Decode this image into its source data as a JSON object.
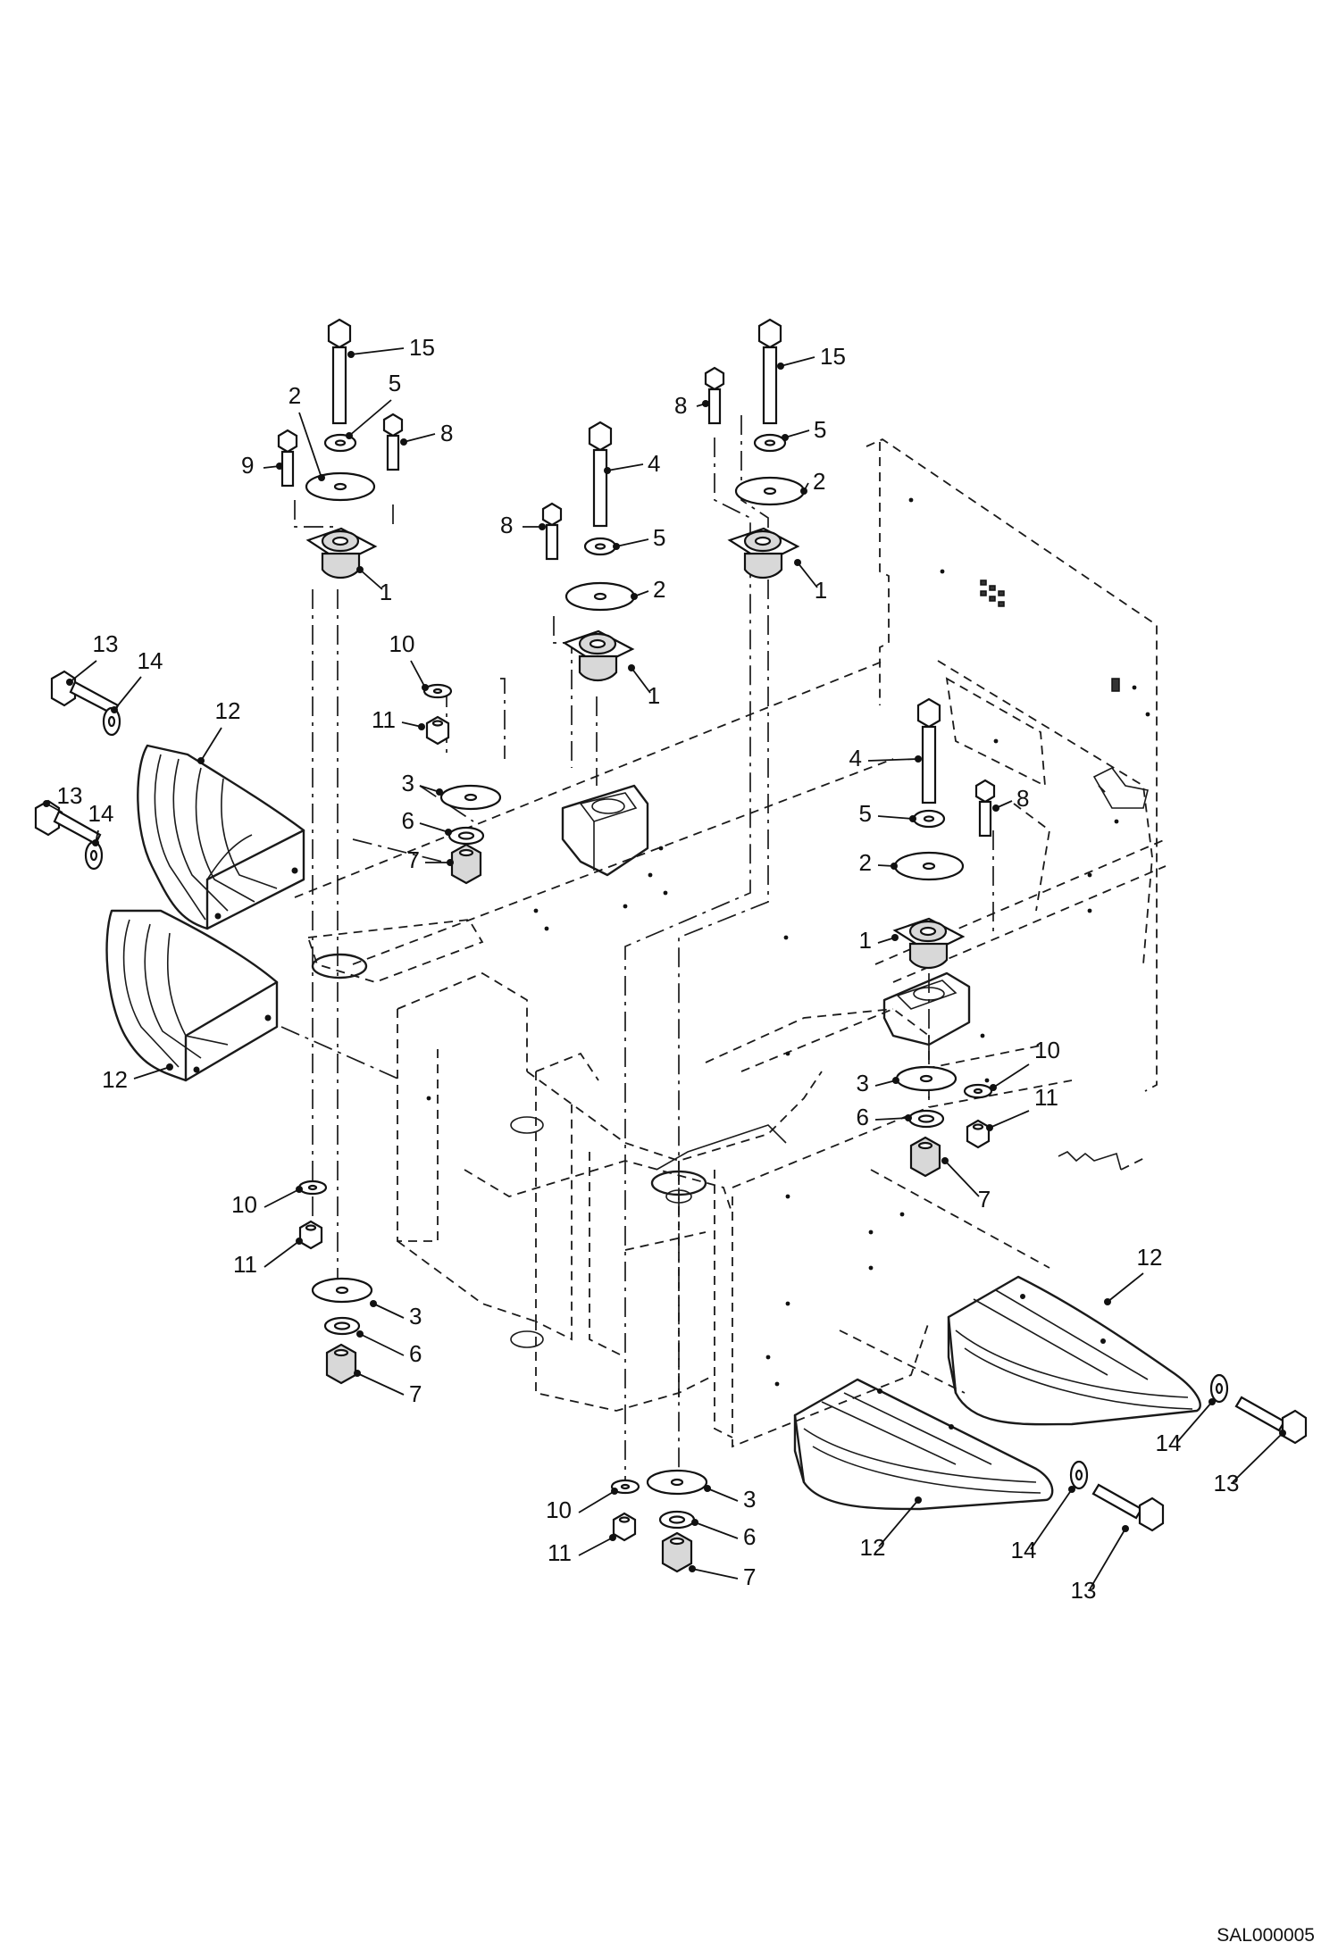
{
  "figure": {
    "reference_code": "SAL000005"
  },
  "callouts": [
    {
      "key": "c15a",
      "num": "15"
    },
    {
      "key": "c2a",
      "num": "2"
    },
    {
      "key": "c5a",
      "num": "5"
    },
    {
      "key": "c8a",
      "num": "8"
    },
    {
      "key": "c9a",
      "num": "9"
    },
    {
      "key": "c1a",
      "num": "1"
    },
    {
      "key": "c4a",
      "num": "4"
    },
    {
      "key": "c8b",
      "num": "8"
    },
    {
      "key": "c5b",
      "num": "5"
    },
    {
      "key": "c2b",
      "num": "2"
    },
    {
      "key": "c1b",
      "num": "1"
    },
    {
      "key": "c8c",
      "num": "8"
    },
    {
      "key": "c15b",
      "num": "15"
    },
    {
      "key": "c5c",
      "num": "5"
    },
    {
      "key": "c2c",
      "num": "2"
    },
    {
      "key": "c1c",
      "num": "1"
    },
    {
      "key": "c13a",
      "num": "13"
    },
    {
      "key": "c14a",
      "num": "14"
    },
    {
      "key": "c12a",
      "num": "12"
    },
    {
      "key": "c13b",
      "num": "13"
    },
    {
      "key": "c14b",
      "num": "14"
    },
    {
      "key": "c12b",
      "num": "12"
    },
    {
      "key": "c10a",
      "num": "10"
    },
    {
      "key": "c11a",
      "num": "11"
    },
    {
      "key": "c3a",
      "num": "3"
    },
    {
      "key": "c6a",
      "num": "6"
    },
    {
      "key": "c7a",
      "num": "7"
    },
    {
      "key": "c4b",
      "num": "4"
    },
    {
      "key": "c8d",
      "num": "8"
    },
    {
      "key": "c5d",
      "num": "5"
    },
    {
      "key": "c2d",
      "num": "2"
    },
    {
      "key": "c1d",
      "num": "1"
    },
    {
      "key": "c3b",
      "num": "3"
    },
    {
      "key": "c10b",
      "num": "10"
    },
    {
      "key": "c6b",
      "num": "6"
    },
    {
      "key": "c11b",
      "num": "11"
    },
    {
      "key": "c7b",
      "num": "7"
    },
    {
      "key": "c10c",
      "num": "10"
    },
    {
      "key": "c11c",
      "num": "11"
    },
    {
      "key": "c3c",
      "num": "3"
    },
    {
      "key": "c6c",
      "num": "6"
    },
    {
      "key": "c7c",
      "num": "7"
    },
    {
      "key": "c12c",
      "num": "12"
    },
    {
      "key": "c14c",
      "num": "14"
    },
    {
      "key": "c13c",
      "num": "13"
    },
    {
      "key": "c10d",
      "num": "10"
    },
    {
      "key": "c3d",
      "num": "3"
    },
    {
      "key": "c11d",
      "num": "11"
    },
    {
      "key": "c6d",
      "num": "6"
    },
    {
      "key": "c7d",
      "num": "7"
    },
    {
      "key": "c12d",
      "num": "12"
    },
    {
      "key": "c14d",
      "num": "14"
    },
    {
      "key": "c13d",
      "num": "13"
    }
  ]
}
